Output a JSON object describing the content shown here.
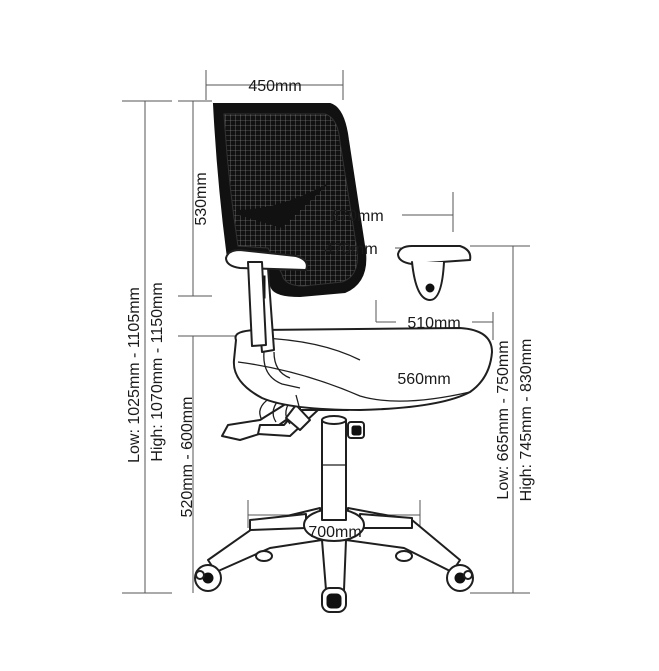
{
  "diagram": {
    "colors": {
      "line": "#1f1f1f",
      "dimension": "#555555",
      "frame": "#111111",
      "mesh": "#9a9a9a",
      "background": "#ffffff"
    },
    "labels": {
      "back_width": "450mm",
      "back_height": "530mm",
      "arm_outer": "670mm",
      "arm_inner": "470mm",
      "seat_depth": "510mm",
      "seat_width": "560mm",
      "base_diameter": "700mm",
      "seat_height": "520mm - 600mm",
      "overall_low": "Low: 1025mm - 1105mm",
      "overall_high": "High: 1070mm - 1150mm",
      "arm_low": "Low: 665mm - 750mm",
      "arm_high": "High: 745mm - 830mm"
    }
  }
}
